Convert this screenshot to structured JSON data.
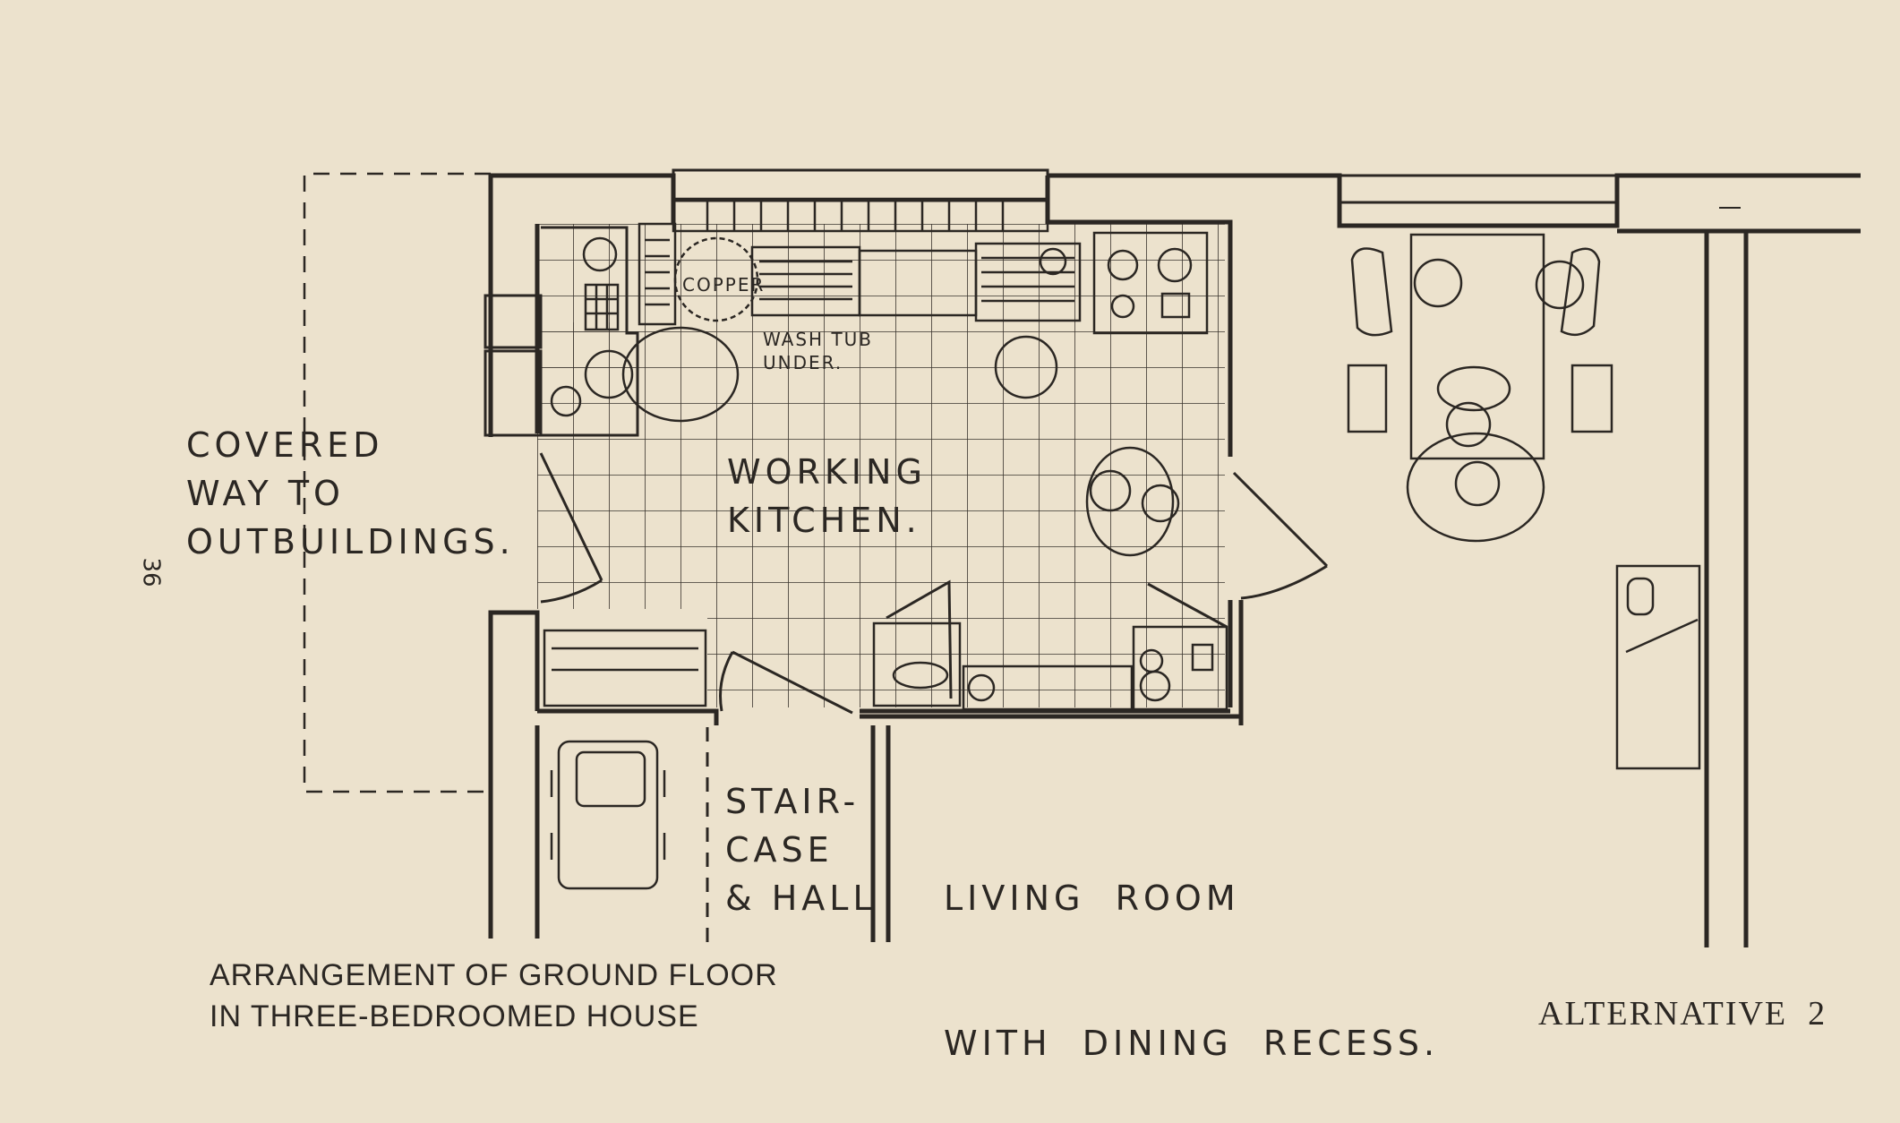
{
  "labels": {
    "covered_way": [
      "COVERED",
      "WAY TO",
      "OUTBUILDINGS."
    ],
    "working_kitchen": [
      "WORKING",
      "KITCHEN."
    ],
    "copper": "COPPER",
    "wash_tub": [
      "WASH TUB",
      "UNDER."
    ],
    "staircase": [
      "STAIR-",
      "CASE",
      "& HALL"
    ],
    "living_room": [
      "LIVING  ROOM",
      "WITH  DINING  RECESS."
    ]
  },
  "caption": [
    "ARRANGEMENT OF GROUND FLOOR",
    "IN THREE-BEDROOMED HOUSE"
  ],
  "alternative": "ALTERNATIVE  2",
  "page_number": "36",
  "colors": {
    "paper": "#ece2cd",
    "ink": "#2b2723"
  }
}
